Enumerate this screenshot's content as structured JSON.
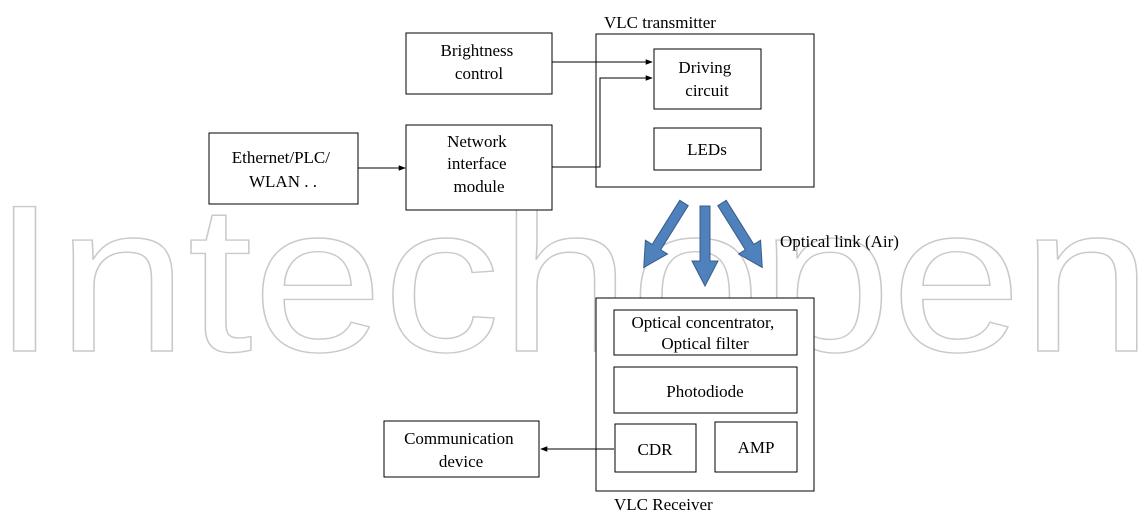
{
  "watermark": "Intechopen",
  "colors": {
    "beam_fill": "#4f81bd",
    "beam_stroke": "#385d8a"
  },
  "blocks": {
    "brightness": [
      "Brightness",
      "control"
    ],
    "ethernet": [
      "Ethernet/PLC/",
      "WLAN . ."
    ],
    "network": [
      "Network",
      "interface",
      "module"
    ],
    "driving": [
      "Driving",
      "circuit"
    ],
    "leds": [
      "LEDs"
    ],
    "concentrator": [
      "Optical concentrator,",
      "Optical filter"
    ],
    "photodiode": [
      "Photodiode"
    ],
    "cdr": [
      "CDR"
    ],
    "amp": [
      "AMP"
    ],
    "comm": [
      "Communication",
      "device"
    ]
  },
  "labels": {
    "transmitter": "VLC transmitter",
    "receiver": "VLC Receiver",
    "optical_link": "Optical link (Air)"
  }
}
